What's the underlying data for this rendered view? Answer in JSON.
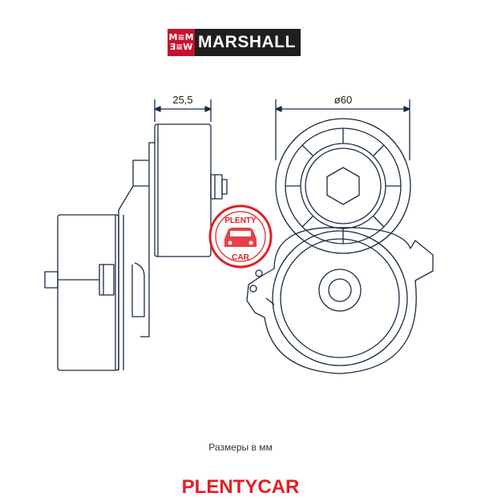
{
  "logo": {
    "mark_top": "M≡M",
    "mark_bottom": "Ǝ≡W",
    "name": "MARSHALL",
    "colors": {
      "mark": "#c8102e",
      "text_bg": "#1f1f1f"
    }
  },
  "dimensions": {
    "width_label": "25,5",
    "diameter_label": "ø60"
  },
  "watermark": {
    "top_text": "PLENTY",
    "bottom_text": "CAR",
    "color": "#e31e24"
  },
  "caption": "Размеры в мм",
  "brand": "PLENTYCAR",
  "colors": {
    "line": "#1a2a44",
    "brand": "#e31e24"
  }
}
